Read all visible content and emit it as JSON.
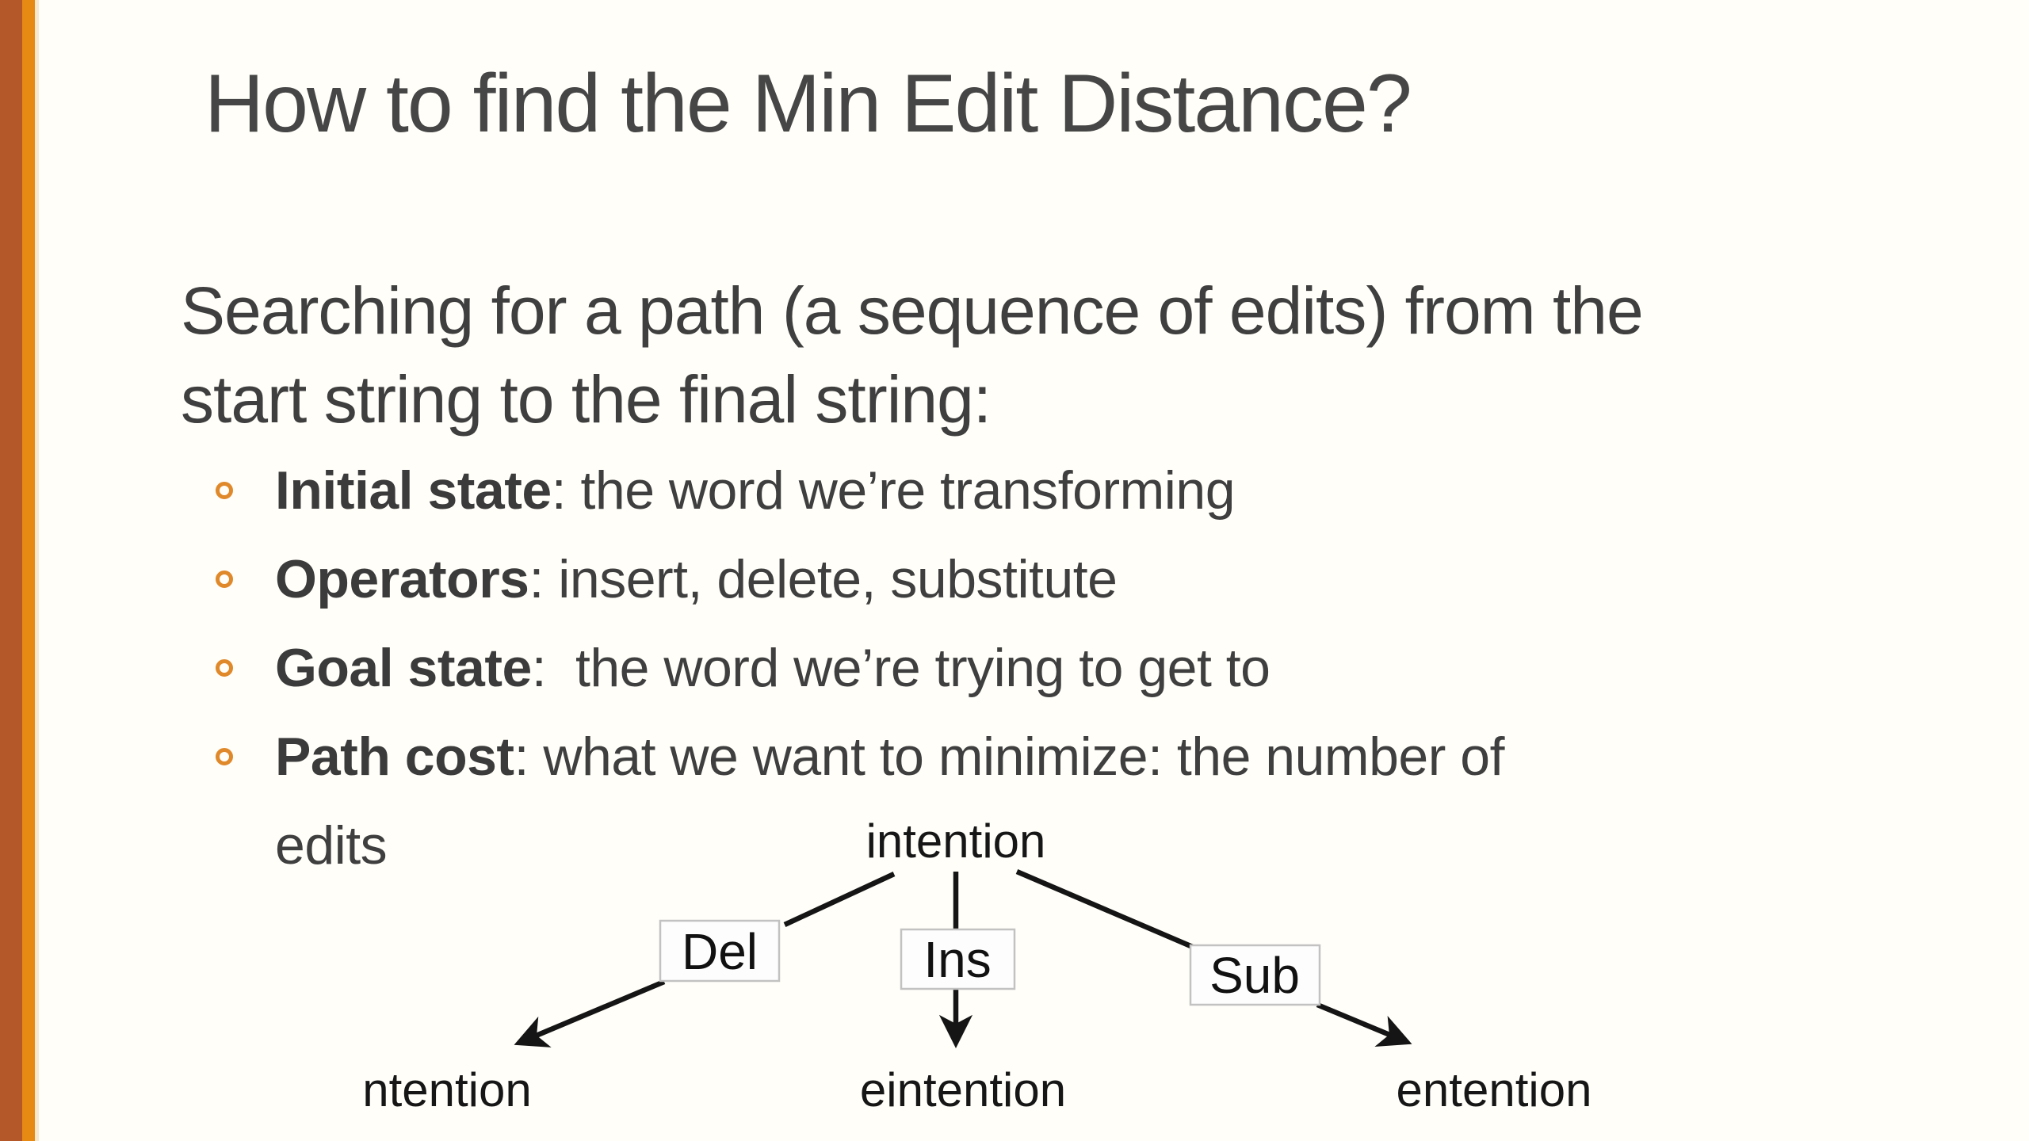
{
  "slide": {
    "title": "How to find the Min Edit Distance?",
    "intro_lines": [
      "Searching for a path (a sequence of edits) from the",
      "start string to the final string:"
    ],
    "bullets": [
      {
        "bold": "Initial state",
        "rest": ": the word we’re transforming"
      },
      {
        "bold": "Operators",
        "rest": ": insert, delete, substitute"
      },
      {
        "bold": "Goal state",
        "rest": ":  the word we’re trying to get to"
      },
      {
        "bold": "Path cost",
        "rest": ": what we want to minimize: the number of",
        "rest2": "edits"
      }
    ],
    "colors": {
      "accent_bar_outer": "#B4582A",
      "accent_bar_inner": "#E68A13",
      "accent_bar_sliver": "#F6E9CF",
      "bullet_ring": "#E0892B",
      "text": "#3F3F3F",
      "background": "#FFFEF9"
    }
  },
  "diagram": {
    "root_word": "intention",
    "operations": [
      {
        "label": "Del",
        "result": "ntention"
      },
      {
        "label": "Ins",
        "result": "eintention"
      },
      {
        "label": "Sub",
        "result": "entention"
      }
    ]
  }
}
